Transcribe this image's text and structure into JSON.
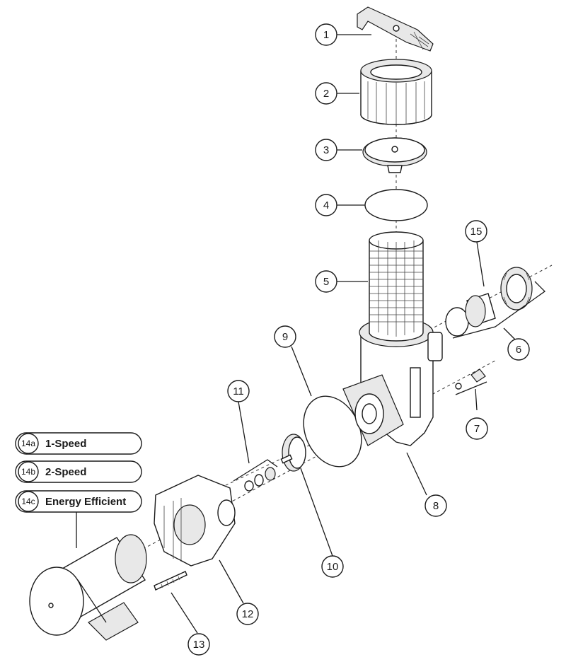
{
  "callouts": [
    {
      "id": "c1",
      "label": "1"
    },
    {
      "id": "c2",
      "label": "2"
    },
    {
      "id": "c3",
      "label": "3"
    },
    {
      "id": "c4",
      "label": "4"
    },
    {
      "id": "c5",
      "label": "5"
    },
    {
      "id": "c6",
      "label": "6"
    },
    {
      "id": "c7",
      "label": "7"
    },
    {
      "id": "c8",
      "label": "8"
    },
    {
      "id": "c9",
      "label": "9"
    },
    {
      "id": "c10",
      "label": "10"
    },
    {
      "id": "c11",
      "label": "11"
    },
    {
      "id": "c12",
      "label": "12"
    },
    {
      "id": "c13",
      "label": "13"
    },
    {
      "id": "c15",
      "label": "15"
    }
  ],
  "motor_options": [
    {
      "code": "14a",
      "label": "1-Speed"
    },
    {
      "code": "14b",
      "label": "2-Speed"
    },
    {
      "code": "14c",
      "label": "Energy Efficient"
    }
  ]
}
